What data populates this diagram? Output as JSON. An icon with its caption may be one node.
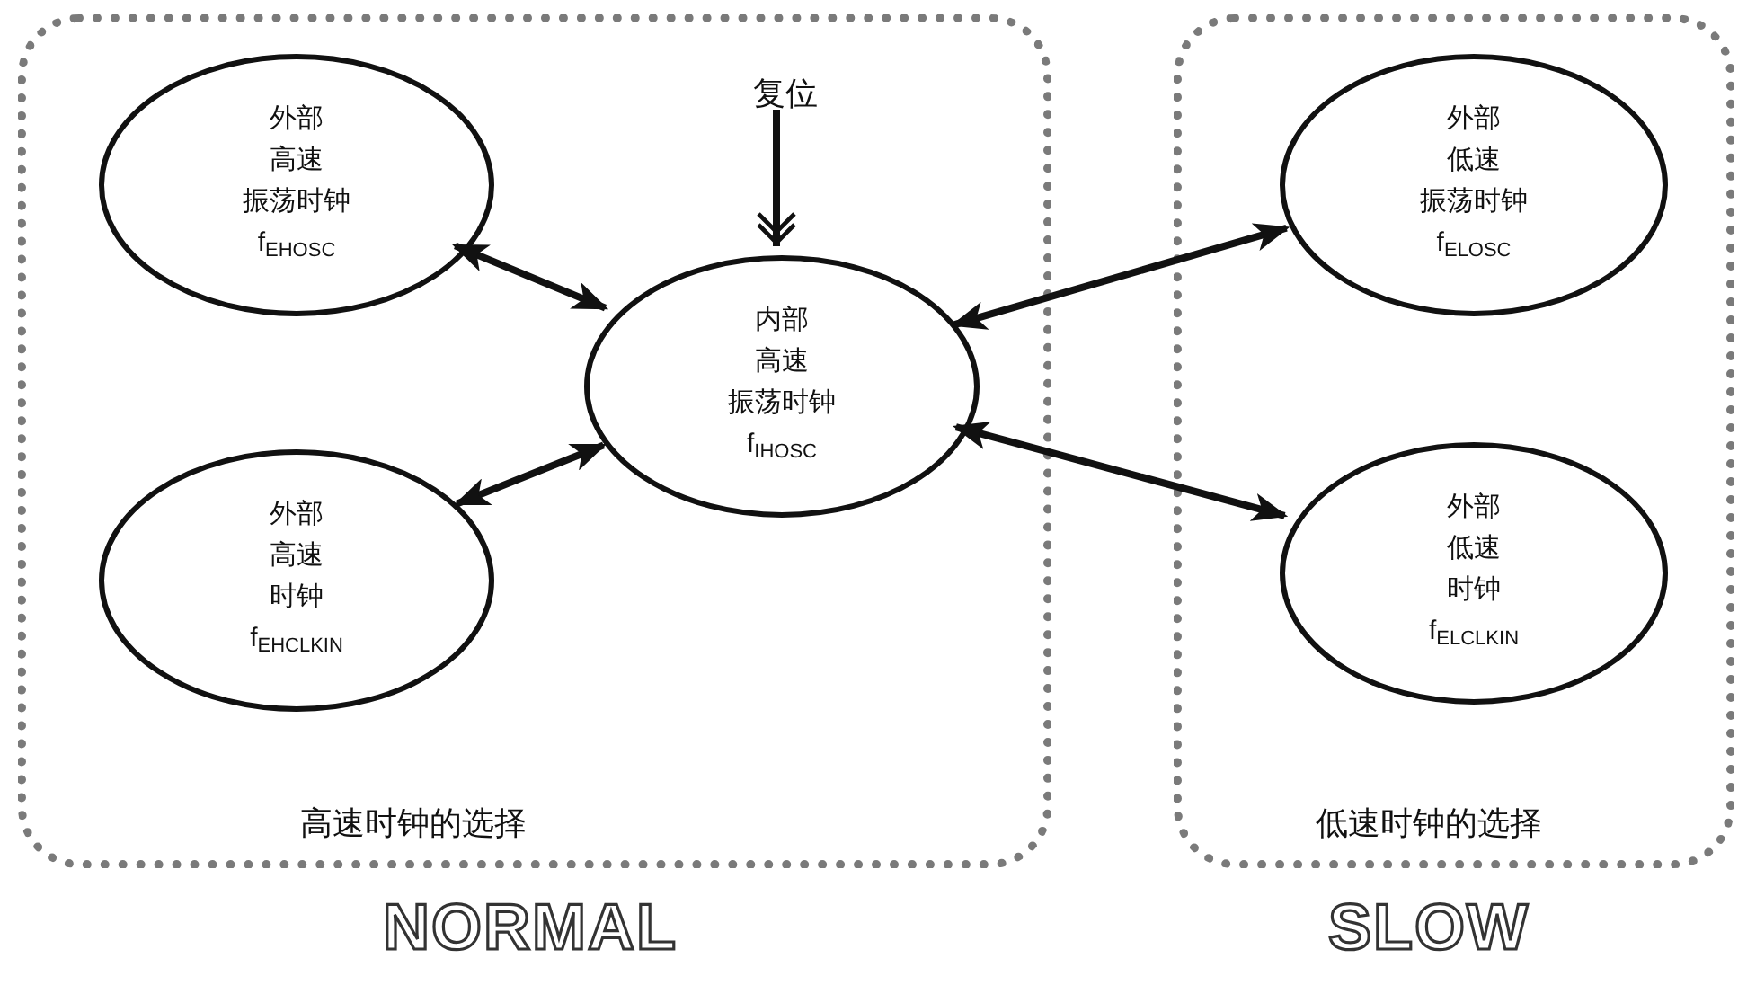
{
  "diagram": {
    "nodes": [
      {
        "text": [
          "高速时钟的选择"
        ],
        "beside": [
          "NORMAL"
        ]
      },
      {
        "text": [
          "外部高速振荡时钟",
          "f$_{EHOSC}$"
        ],
        "in": 0
      },
      {
        "text": [
          "外部高速时钟",
          "f$_{EHCLKIN}$"
        ],
        "in": 0
      },
      {
        "text": [
          "复位"
        ],
        "in": 0
      },
      {
        "text": [
          "内部高速振荡时钟",
          "f$_{IHOSC}$"
        ],
        "in": 0
      },
      {
        "text": [
          "低速时钟的选择"
        ],
        "beside": [
          "SLOW"
        ]
      },
      {
        "text": [
          "外部低速振荡时钟",
          "f$_{ELOSC}$"
        ],
        "in": 5
      },
      {
        "text": [
          "外部低速时钟",
          "f$_{ELCLKIN}$"
        ],
        "in": 5
      }
    ],
    "edges": [
      {
        "from": 1,
        "to": 4,
        "arrow": "both"
      },
      {
        "from": 2,
        "to": 4,
        "arrow": "both"
      },
      {
        "from": 3,
        "to": 4,
        "arrow": "to"
      },
      {
        "from": 4,
        "to": 6,
        "arrow": "both"
      },
      {
        "from": 4,
        "to": 7,
        "arrow": "both"
      }
    ]
  }
}
